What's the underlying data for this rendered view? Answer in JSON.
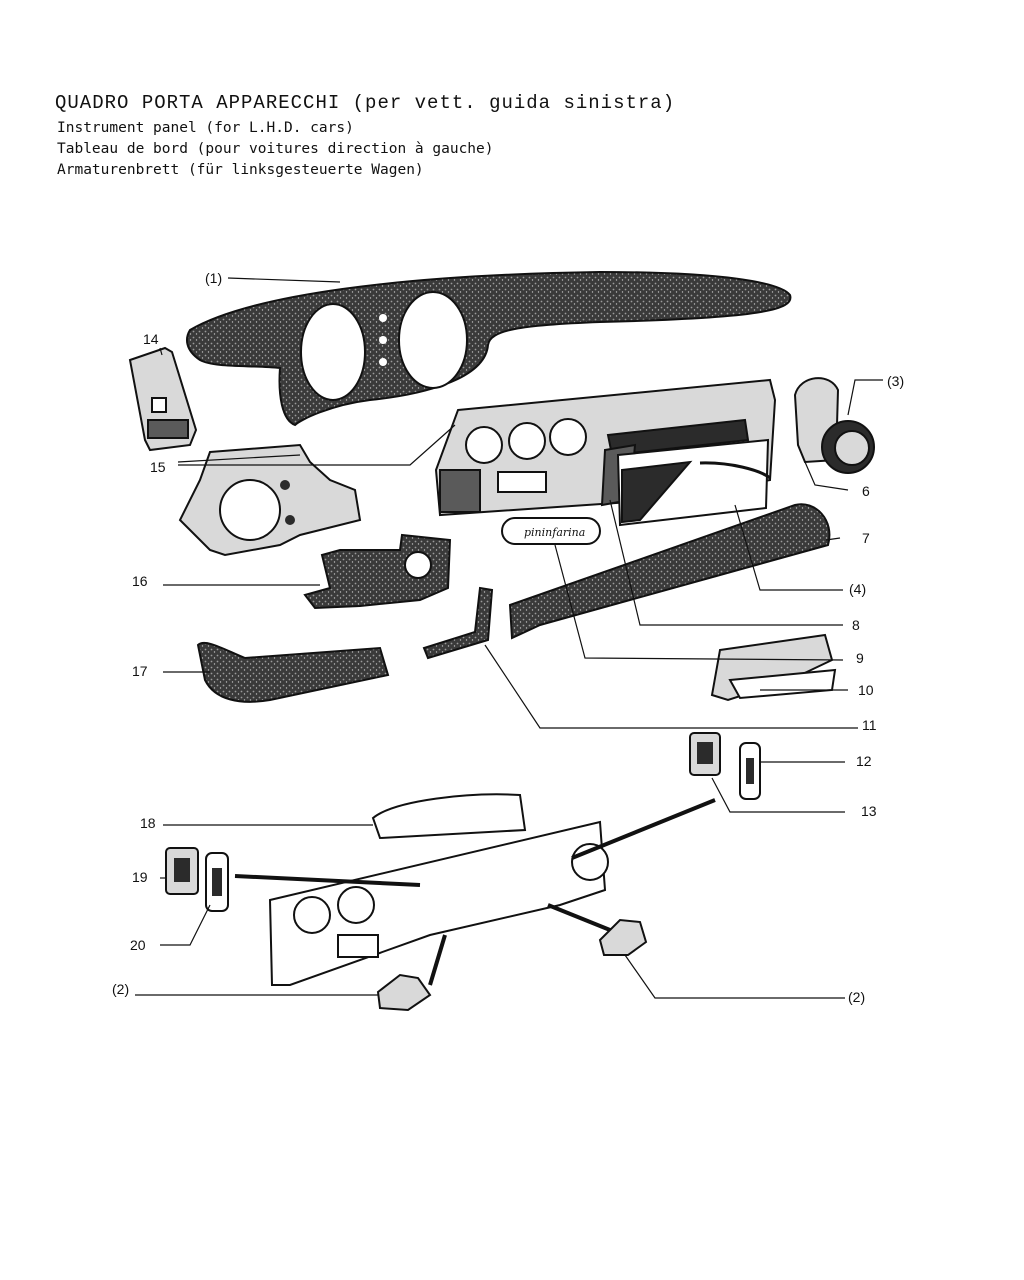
{
  "header": {
    "title_it": "QUADRO PORTA APPARECCHI (per vett. guida sinistra)",
    "title_en": "Instrument panel (for L.H.D. cars)",
    "title_fr": "Tableau de bord (pour voitures direction à gauche)",
    "title_de": "Armaturenbrett (für linksgesteuerte Wagen)"
  },
  "callouts": {
    "c1": "(1)",
    "c2a": "(2)",
    "c2b": "(2)",
    "c3": "(3)",
    "c4": "(4)",
    "c6": "6",
    "c7": "7",
    "c8": "8",
    "c9": "9",
    "c10": "10",
    "c11": "11",
    "c12": "12",
    "c13": "13",
    "c14": "14",
    "c15": "15",
    "c16": "16",
    "c17": "17",
    "c18": "18",
    "c19": "19",
    "c20": "20"
  },
  "badge_text": "pininfarina",
  "colors": {
    "ink": "#111111",
    "shade": "#2b2b2b",
    "paper": "#ffffff"
  }
}
